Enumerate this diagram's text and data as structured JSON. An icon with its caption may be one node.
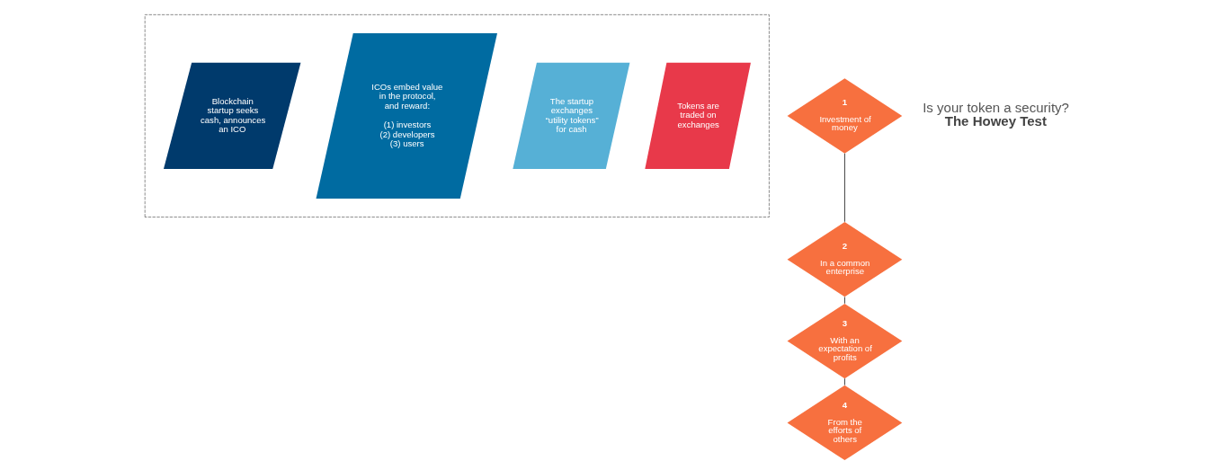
{
  "diagram": {
    "nodes": [
      {
        "text": [],
        "shape": "arrow"
      },
      {
        "text": [
          "Blockchain startup seeks cash, announces an ICO"
        ],
        "in": 0
      },
      {
        "text": [
          "ICOs embed value in the protocol, and reward:",
          "(1) investors (2) developers (3) users"
        ],
        "in": 0
      },
      {
        "text": [
          "The startup exchanges “utility tokens” for cash"
        ],
        "in": 0
      },
      {
        "text": [
          "Tokens are traded on exchanges"
        ],
        "in": 0
      },
      {
        "text": [
          "1",
          "Investment of money"
        ]
      },
      {
        "text": [
          "2",
          "In a common enterprise"
        ]
      },
      {
        "text": [
          "3",
          "With an expectation of profits"
        ]
      },
      {
        "text": [
          "4",
          "From the efforts of others"
        ]
      }
    ],
    "edges": [
      {
        "from": 5,
        "to": 6,
        "arrow": "none"
      },
      {
        "from": 6,
        "to": 7,
        "arrow": "none"
      },
      {
        "from": 7,
        "to": 8,
        "arrow": "none"
      }
    ],
    "labels": [
      "Is your token a security?",
      "The Howey Test"
    ]
  }
}
